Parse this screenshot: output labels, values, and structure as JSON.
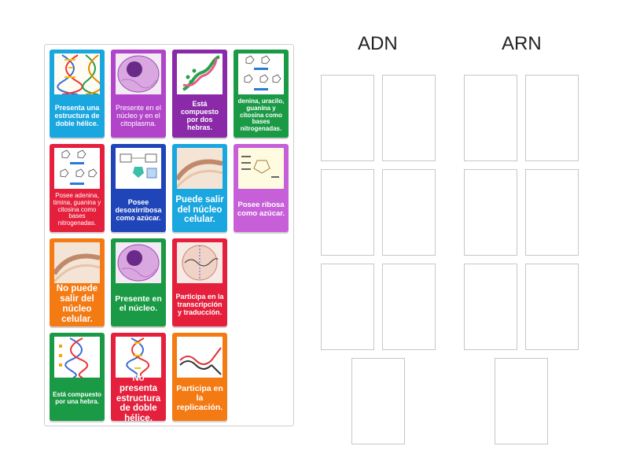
{
  "columns": [
    {
      "title": "ADN"
    },
    {
      "title": "ARN"
    }
  ],
  "cards": [
    {
      "text": "Presenta una estructura de doble hélice.",
      "color": "blue",
      "icon": "dna-helix-diagram"
    },
    {
      "text": "Presente en el núcleo y en el citoplasma.",
      "color": "purple",
      "icon": "cell-diagram"
    },
    {
      "text": "Está compuesto por dos hebras.",
      "color": "dark-purple",
      "icon": "double-helix-3d"
    },
    {
      "text": "denina, uracilo, guanina y citosina como bases nitrogenadas.",
      "color": "green",
      "icon": "rna-bases-diagram"
    },
    {
      "text": "Posee adenina, timina, guanina y citosina como bases nitrogenadas.",
      "color": "red",
      "icon": "dna-bases-diagram"
    },
    {
      "text": "Posee desoxirribosa como azúcar.",
      "color": "navy",
      "icon": "deoxyribose-diagram"
    },
    {
      "text": "Puede salir del núcleo celular.",
      "color": "blue",
      "icon": "nucleus-membrane"
    },
    {
      "text": "Posee ribosa como azúcar.",
      "color": "light-purple",
      "icon": "ribose-diagram"
    },
    {
      "text": "No puede salir del núcleo celular.",
      "color": "orange",
      "icon": "nucleus-membrane"
    },
    {
      "text": "Presente en el núcleo.",
      "color": "green",
      "icon": "cell-diagram"
    },
    {
      "text": "Participa en la transcripción y traducción.",
      "color": "red",
      "icon": "transcription-diagram"
    },
    {
      "text": "Está compuesto por una hebra.",
      "color": "green",
      "icon": "single-strand-diagram"
    },
    {
      "text": "No presenta estructura de doble hélice.",
      "color": "red",
      "icon": "dna-helix-diagram"
    },
    {
      "text": "Participa en la replicación.",
      "color": "orange",
      "icon": "replication-diagram"
    }
  ]
}
